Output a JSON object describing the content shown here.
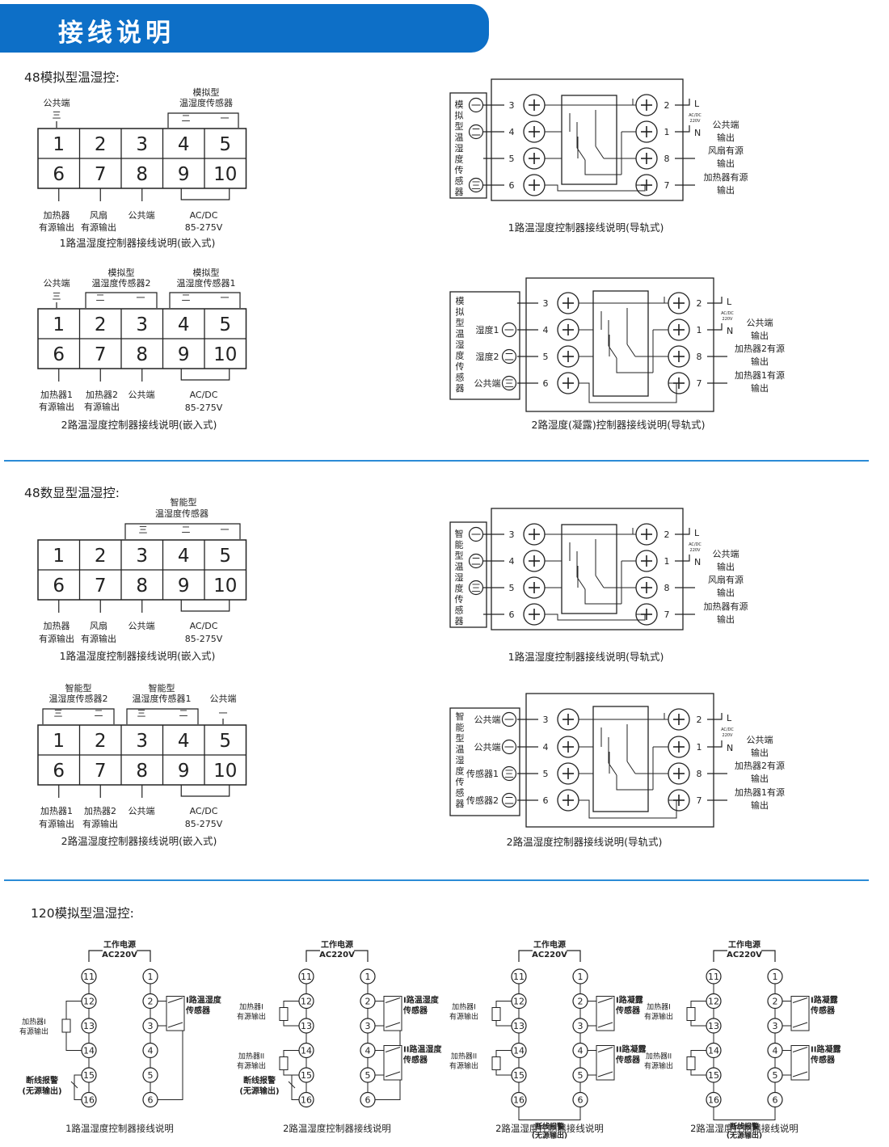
{
  "title": "接线说明",
  "sections": {
    "s1": "48模拟型温湿控:",
    "s2": "48数显型温湿控:",
    "s3": "120模拟型温湿控:"
  },
  "common": {
    "common_end": "公共端",
    "ac_dc": "AC/DC",
    "voltage_range": "85-275V",
    "dash3": "三",
    "dash2": "二",
    "dash1": "一",
    "heater": "加热器",
    "fan": "风扇",
    "source_output": "有源输出",
    "heater1": "加热器1",
    "heater2": "加热器2",
    "L": "L",
    "N": "N",
    "acdc_small": "AC/DC",
    "v220_small": "220V",
    "common_output_1": "公共端",
    "common_output_2": "输出",
    "fan_source_1": "风扇有源",
    "fan_source_2": "输出",
    "heater_source_1": "加热器有源",
    "heater_source_2": "输出",
    "heater2_source_1": "加热器2有源",
    "heater1_source_1": "加热器1有源",
    "output": "输出",
    "humidity1": "湿度1",
    "humidity2": "湿度2",
    "sensor1": "传感器1",
    "sensor2": "传感器2"
  },
  "captions": {
    "a1": "1路温湿度控制器接线说明(嵌入式)",
    "a2": "2路温湿度控制器接线说明(嵌入式)",
    "r1": "1路温湿度控制器接线说明(导轨式)",
    "r2": "2路湿度(凝露)控制器接线说明(导轨式)",
    "d1": "1路温湿度控制器接线说明(嵌入式)",
    "d2": "2路温湿度控制器接线说明(嵌入式)",
    "dr1": "1路温湿度控制器接线说明(导轨式)",
    "dr2": "2路温湿度控制器接线说明(导轨式)",
    "c1": "1路温湿度控制器接线说明",
    "c2": "2路温湿度控制器接线说明",
    "c3": "2路温湿度控制器接线说明",
    "c4": "2路温湿度控制器接线说明"
  },
  "sensors": {
    "analog": "模拟型温湿度传感器",
    "analog_label_1": "模拟型",
    "analog_label_2": "温湿度传感器",
    "analog_label_2b": "温湿度传感器2",
    "analog_label_2c": "温湿度传感器1",
    "analog_vertical": "模拟型温湿度传感器",
    "smart_label_1": "智能型",
    "smart_label_2": "温湿度传感器",
    "smart_label_2b": "温湿度传感器2",
    "smart_label_2c": "温湿度传感器1",
    "smart_vertical": "智能型温湿度传感器",
    "smart_vertical2": "智能型温湿度传感器"
  },
  "terminals_top": [
    "1",
    "2",
    "3",
    "4",
    "5"
  ],
  "terminals_bottom": [
    "6",
    "7",
    "8",
    "9",
    "10"
  ],
  "rail_left": [
    "3",
    "4",
    "5",
    "6"
  ],
  "rail_right": [
    "2",
    "1",
    "8",
    "7"
  ],
  "c120": {
    "power_1": "工作电源",
    "power_2": "AC220V",
    "left_nums": [
      "11",
      "12",
      "13",
      "14",
      "15",
      "16"
    ],
    "right_nums": [
      "1",
      "2",
      "3",
      "4",
      "5",
      "6"
    ],
    "heater_I_1": "加热器I",
    "heater_I_2": "有源输出",
    "heater_II_1": "加热器II",
    "heater_II_2": "有源输出",
    "alarm_1": "断线报警",
    "alarm_2": "(无源输出)",
    "sensor_I_1": "I路温湿度",
    "sensor_I_2": "传感器",
    "sensor_II_1": "II路温湿度",
    "sensor_II_2": "传感器",
    "cond_I_1": "I路凝露",
    "cond_I_2": "传感器",
    "cond_II_1": "II路凝露",
    "cond_II_2": "传感器"
  },
  "colors": {
    "accent": "#0d6fc7",
    "divider": "#2b8bd6"
  }
}
